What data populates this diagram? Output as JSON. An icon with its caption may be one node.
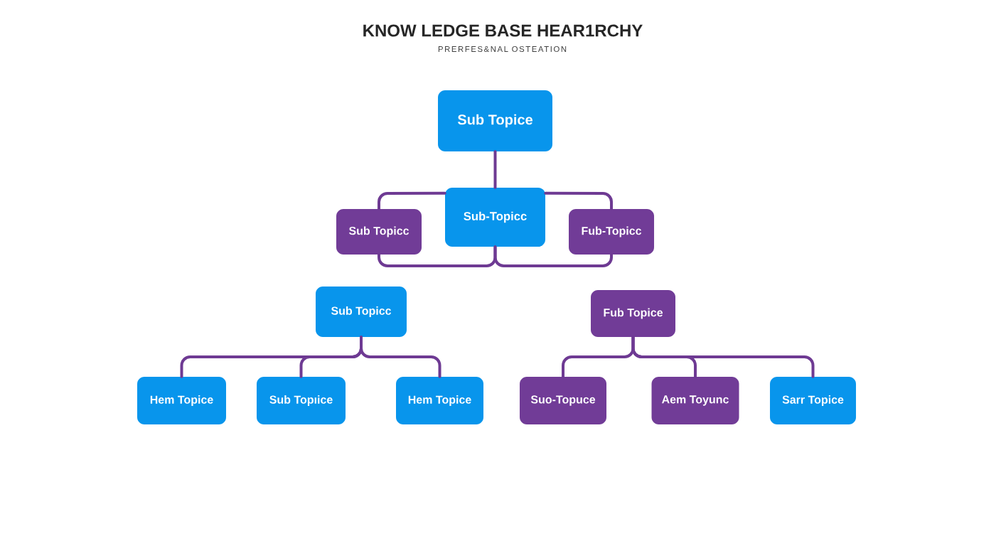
{
  "diagram": {
    "title": "KNOW LEDGE BASE HEAR1RCHY",
    "nodes": [
      {
        "text": [
          "Sub Topice"
        ]
      },
      {
        "text": [
          "Sub Topicc"
        ]
      },
      {
        "text": [
          "Sub-Topicc"
        ]
      },
      {
        "text": [
          "Fub-Topicc"
        ]
      },
      {
        "text": [
          "Sub Topicc"
        ]
      },
      {
        "text": [
          "Fub Topice"
        ]
      },
      {
        "text": [
          "Hem Topice"
        ]
      },
      {
        "text": [
          "Sub Topıice"
        ]
      },
      {
        "text": [
          "Hem Topice"
        ]
      },
      {
        "text": [
          "Suo-Topuce"
        ]
      },
      {
        "text": [
          "Aem Toyunc"
        ]
      },
      {
        "text": [
          "Sarr Topice"
        ]
      }
    ],
    "edges": [
      {
        "from": 0,
        "to": 2,
        "arrow": "none"
      },
      {
        "from": 2,
        "to": 1,
        "arrow": "none"
      },
      {
        "from": 2,
        "to": 3,
        "arrow": "none"
      },
      {
        "from": 2,
        "to": 1,
        "arrow": "none"
      },
      {
        "from": 2,
        "to": 3,
        "arrow": "none"
      },
      {
        "from": 4,
        "to": 6,
        "arrow": "none"
      },
      {
        "from": 4,
        "to": 7,
        "arrow": "none"
      },
      {
        "from": 4,
        "to": 8,
        "arrow": "none"
      },
      {
        "from": 5,
        "to": 9,
        "arrow": "none"
      },
      {
        "from": 5,
        "to": 10,
        "arrow": "none"
      },
      {
        "from": 5,
        "to": 11,
        "arrow": "none"
      }
    ],
    "labels": [
      "PRERFES&NAL OSTEATION"
    ]
  }
}
